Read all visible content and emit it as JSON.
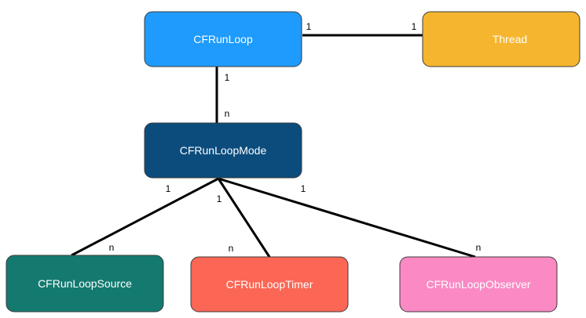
{
  "nodes": {
    "runloop": {
      "label": "CFRunLoop",
      "color": "#1E9BFC"
    },
    "thread": {
      "label": "Thread",
      "color": "#F5B52E"
    },
    "mode": {
      "label": "CFRunLoopMode",
      "color": "#0B4C7D"
    },
    "source": {
      "label": "CFRunLoopSource",
      "color": "#147A70"
    },
    "timer": {
      "label": "CFRunLoopTimer",
      "color": "#FC6654"
    },
    "observer": {
      "label": "CFRunLoopObserver",
      "color": "#FA89C4"
    }
  },
  "edges": {
    "runloop_thread": {
      "from_mult": "1",
      "to_mult": "1"
    },
    "runloop_mode": {
      "from_mult": "1",
      "to_mult": "n"
    },
    "mode_source": {
      "from_mult": "1",
      "to_mult": "n"
    },
    "mode_timer": {
      "from_mult": "1",
      "to_mult": "n"
    },
    "mode_observer": {
      "from_mult": "1",
      "to_mult": "n"
    }
  }
}
